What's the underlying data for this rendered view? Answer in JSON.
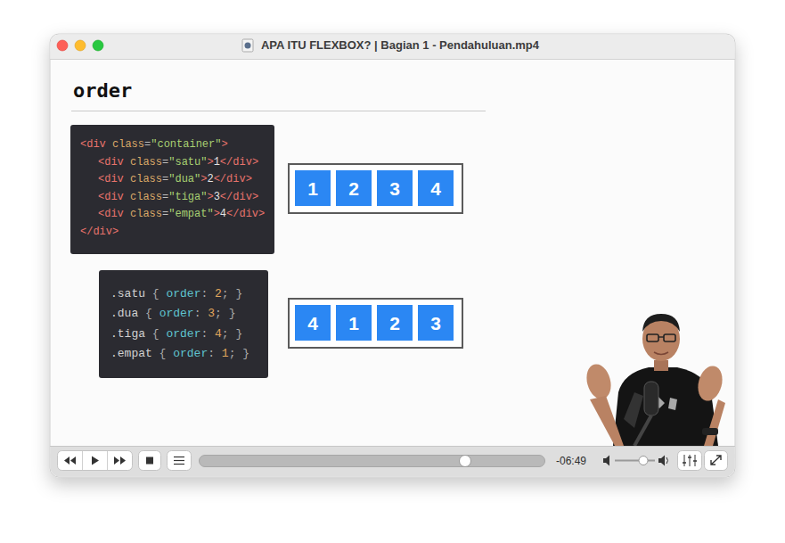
{
  "diagram": {
    "title": "order",
    "nodes": [
      {
        "text": [
          "<div class=\"container\">",
          "<div class=\"satu\">1</div>",
          "<div class=\"dua\">2</div>",
          "<div class=\"tiga\">3</div>",
          "<div class=\"empat\">4</div>",
          "</div>"
        ]
      },
      {
        "text": []
      },
      {
        "text": [
          "1"
        ],
        "in": 1
      },
      {
        "text": [
          "2"
        ],
        "in": 1
      },
      {
        "text": [
          "3"
        ],
        "in": 1
      },
      {
        "text": [
          "4"
        ],
        "in": 1
      },
      {
        "text": [
          ".satu { order: 2; }",
          ".dua { order: 3; }",
          ".tiga { order: 4; }",
          ".empat { order: 1; }"
        ]
      },
      {
        "text": []
      },
      {
        "text": [
          "4"
        ],
        "in": 7
      },
      {
        "text": [
          "1"
        ],
        "in": 7
      },
      {
        "text": [
          "2"
        ],
        "in": 7
      },
      {
        "text": [
          "3"
        ],
        "in": 7
      }
    ],
    "labels": [
      "APA ITU FLEXBOX? | Bagian 1 - Pendahuluan.mp4",
      "-06:49"
    ]
  }
}
